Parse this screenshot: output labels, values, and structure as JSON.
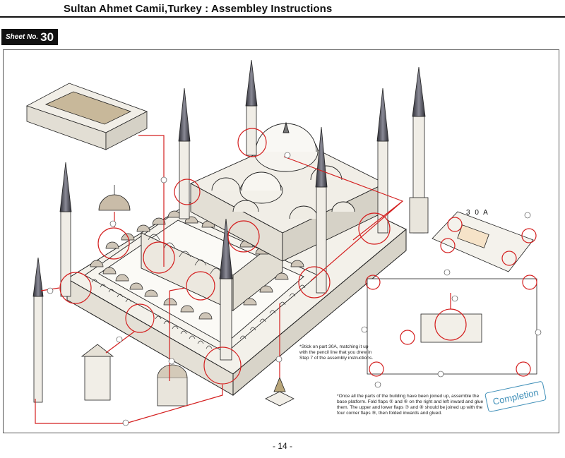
{
  "header": {
    "title": "Sultan Ahmet Camii,Turkey : Assembley Instructions",
    "sheet_label": "Sheet No.",
    "sheet_number": "30"
  },
  "labels": {
    "part_30a": "3 0 A",
    "stamp": "Completion",
    "page_number": "- 14 -"
  },
  "notes": {
    "stick_note": "*Stick on part 30A, matching it up with the pencil line that you drew in Step 7 of the assembly instructions.",
    "base_note": "*Once all the parts of the building have been joined up, assemble the base platform. Fold flaps ⑤ and ⑥ on the right and left inward and glue them. The upper and lower flaps ⑦ and ⑧ should be joined up with the four corner flaps ⑨, then folded inwards and glued."
  },
  "colors": {
    "callout": "#d42020",
    "stamp": "#3f8fb8",
    "outline": "#222222",
    "stone": "#efece4",
    "spire": "#4a4a52"
  }
}
